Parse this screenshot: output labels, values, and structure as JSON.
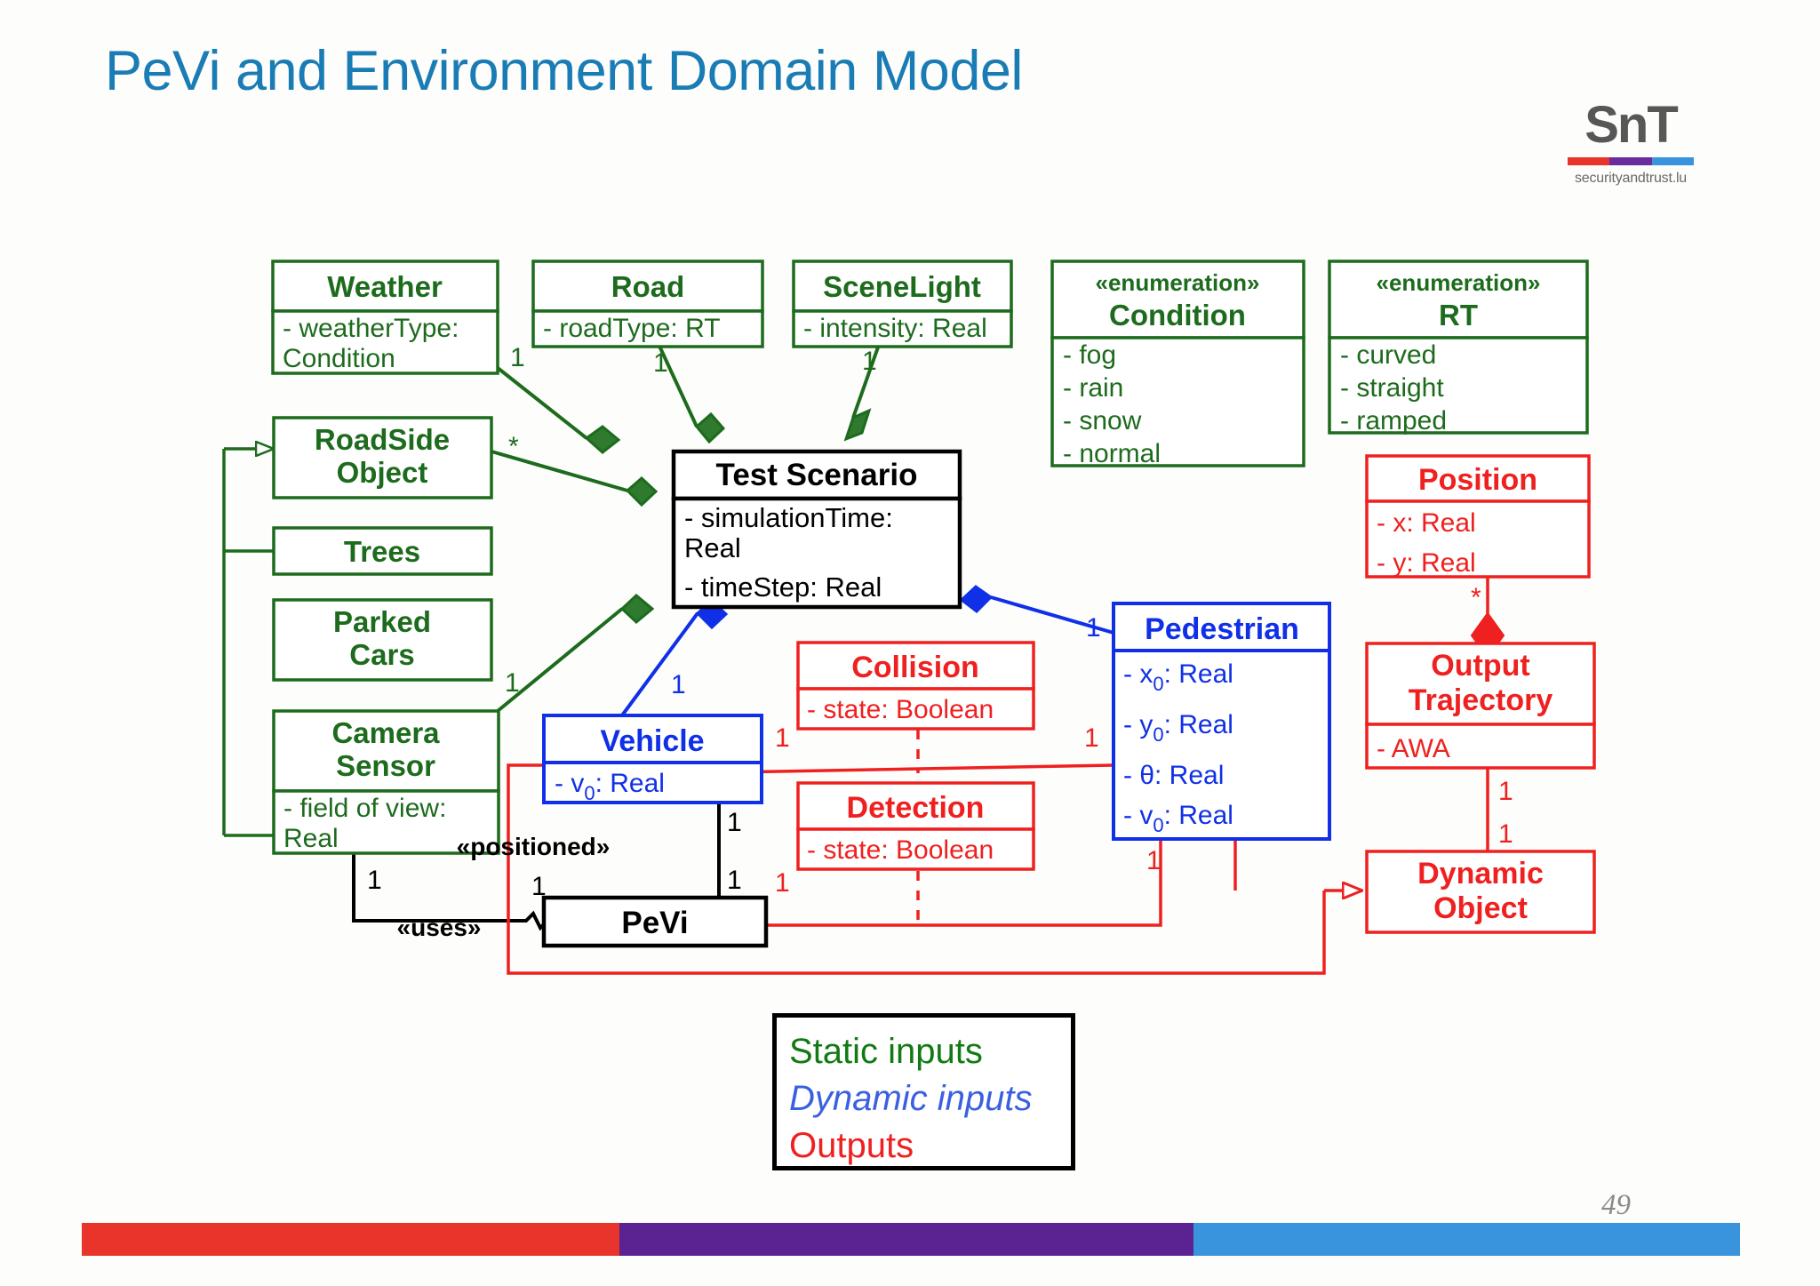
{
  "slide": {
    "title": "PeVi and Environment Domain Model",
    "page_number": "49",
    "title_color": "#1a7cb5"
  },
  "logo": {
    "mark": "SnT",
    "caption": "securityandtrust.lu",
    "bar_colors": [
      "#e8342a",
      "#6b2d9e",
      "#3a93dd"
    ]
  },
  "colors": {
    "static_green": "#1d6b1d",
    "dynamic_blue": "#1030e8",
    "output_red": "#ef2020",
    "neutral_black": "#000000"
  },
  "legend": {
    "static": "Static inputs",
    "dynamic": "Dynamic inputs",
    "outputs": "Outputs"
  },
  "footer_bars": [
    "#e8342a",
    "#5b2391",
    "#3a93dd"
  ],
  "classes": {
    "weather": {
      "name": "Weather",
      "attrs": [
        "- weatherType:",
        "Condition"
      ]
    },
    "road": {
      "name": "Road",
      "attrs": [
        "- roadType: RT"
      ]
    },
    "scenelight": {
      "name": "SceneLight",
      "attrs": [
        "- intensity: Real"
      ]
    },
    "enum_condition": {
      "stereotype": "«enumeration»",
      "name": "Condition",
      "attrs": [
        "- fog",
        "- rain",
        "- snow",
        "- normal"
      ]
    },
    "enum_rt": {
      "stereotype": "«enumeration»",
      "name": "RT",
      "attrs": [
        "- curved",
        "- straight",
        "- ramped"
      ]
    },
    "roadside": {
      "name_line1": "RoadSide",
      "name_line2": "Object",
      "attrs": []
    },
    "trees": {
      "name": "Trees",
      "attrs": []
    },
    "parkedcars": {
      "name_line1": "Parked",
      "name_line2": "Cars",
      "attrs": []
    },
    "camera": {
      "name_line1": "Camera",
      "name_line2": "Sensor",
      "attrs": [
        "- field of view:",
        "Real"
      ]
    },
    "testscenario": {
      "name": "Test Scenario",
      "attrs": [
        "- simulationTime:",
        "Real",
        "- timeStep: Real"
      ]
    },
    "vehicle": {
      "name": "Vehicle",
      "attr_prefix": "- v",
      "attr_sub": "0",
      "attr_suffix": ": Real"
    },
    "pevi": {
      "name": "PeVi",
      "attrs": []
    },
    "collision": {
      "name": "Collision",
      "attrs": [
        "- state: Boolean"
      ]
    },
    "detection": {
      "name": "Detection",
      "attrs": [
        "- state: Boolean"
      ]
    },
    "pedestrian": {
      "name": "Pedestrian",
      "attrs": [
        {
          "prefix": "- x",
          "sub": "0",
          "suffix": ": Real"
        },
        {
          "prefix": "- y",
          "sub": "0",
          "suffix": ": Real"
        },
        {
          "prefix": "- θ: Real",
          "sub": "",
          "suffix": ""
        },
        {
          "prefix": "- v",
          "sub": "0",
          "suffix": ": Real"
        }
      ]
    },
    "position": {
      "name": "Position",
      "attrs": [
        "- x: Real",
        "- y: Real"
      ]
    },
    "outputtraj": {
      "name_line1": "Output",
      "name_line2": "Trajectory",
      "attrs": [
        "- AWA"
      ]
    },
    "dynamicobject": {
      "name_line1": "Dynamic",
      "name_line2": "Object",
      "attrs": []
    }
  },
  "stereotype_labels": {
    "positioned": "«positioned»",
    "uses": "«uses»"
  },
  "multiplicities": {
    "weather_to_ts": "1",
    "road_to_ts": "1",
    "scenelight_to_ts": "1",
    "roadside_to_ts": "*",
    "camera_to_ts": "1",
    "vehicle_to_ts": "1",
    "pedestrian_to_ts": "1",
    "vehicle_collision": "1",
    "pedestrian_collision": "1",
    "vehicle_pevi_top": "1",
    "vehicle_pevi_bottom": "1",
    "pevi_detection": "1",
    "pedestrian_detection": "1",
    "camera_uses": "1",
    "pevi_uses": "1",
    "position_traj": "*",
    "traj_dynobj_top": "1",
    "traj_dynobj_bottom": "1"
  }
}
